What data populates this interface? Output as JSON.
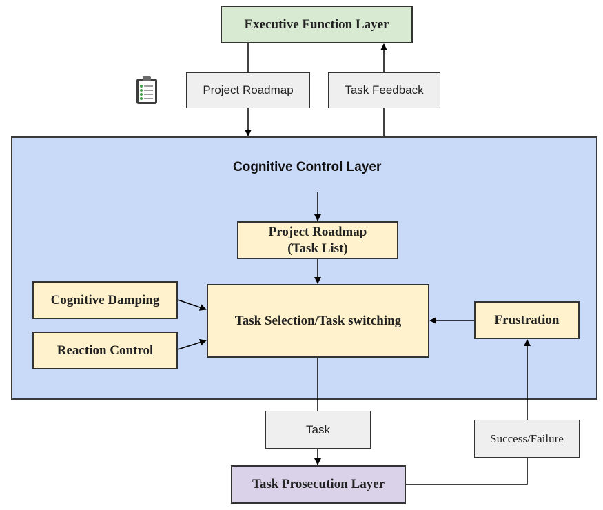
{
  "layers": {
    "executive": {
      "label": "Executive Function Layer",
      "color": "#d9ead3"
    },
    "cognitive": {
      "title": "Cognitive Control Layer",
      "color": "#c9daf8"
    },
    "prosecution": {
      "label": "Task Prosecution Layer",
      "color": "#d9d2e9"
    }
  },
  "flows": {
    "project_roadmap": "Project Roadmap",
    "task_feedback": "Task Feedback",
    "task": "Task",
    "success_failure": "Success/Failure"
  },
  "modules": {
    "roadmap_line1": "Project Roadmap",
    "roadmap_line2": "(Task List)",
    "cognitive_damping": "Cognitive Damping",
    "reaction_control": "Reaction Control",
    "task_selection": "Task Selection/Task switching",
    "frustration": "Frustration"
  },
  "colors": {
    "module_fill": "#fff2cc",
    "flow_fill": "#efefef",
    "line": "#000000"
  },
  "icons": {
    "roadmap": "clipboard-icon"
  }
}
